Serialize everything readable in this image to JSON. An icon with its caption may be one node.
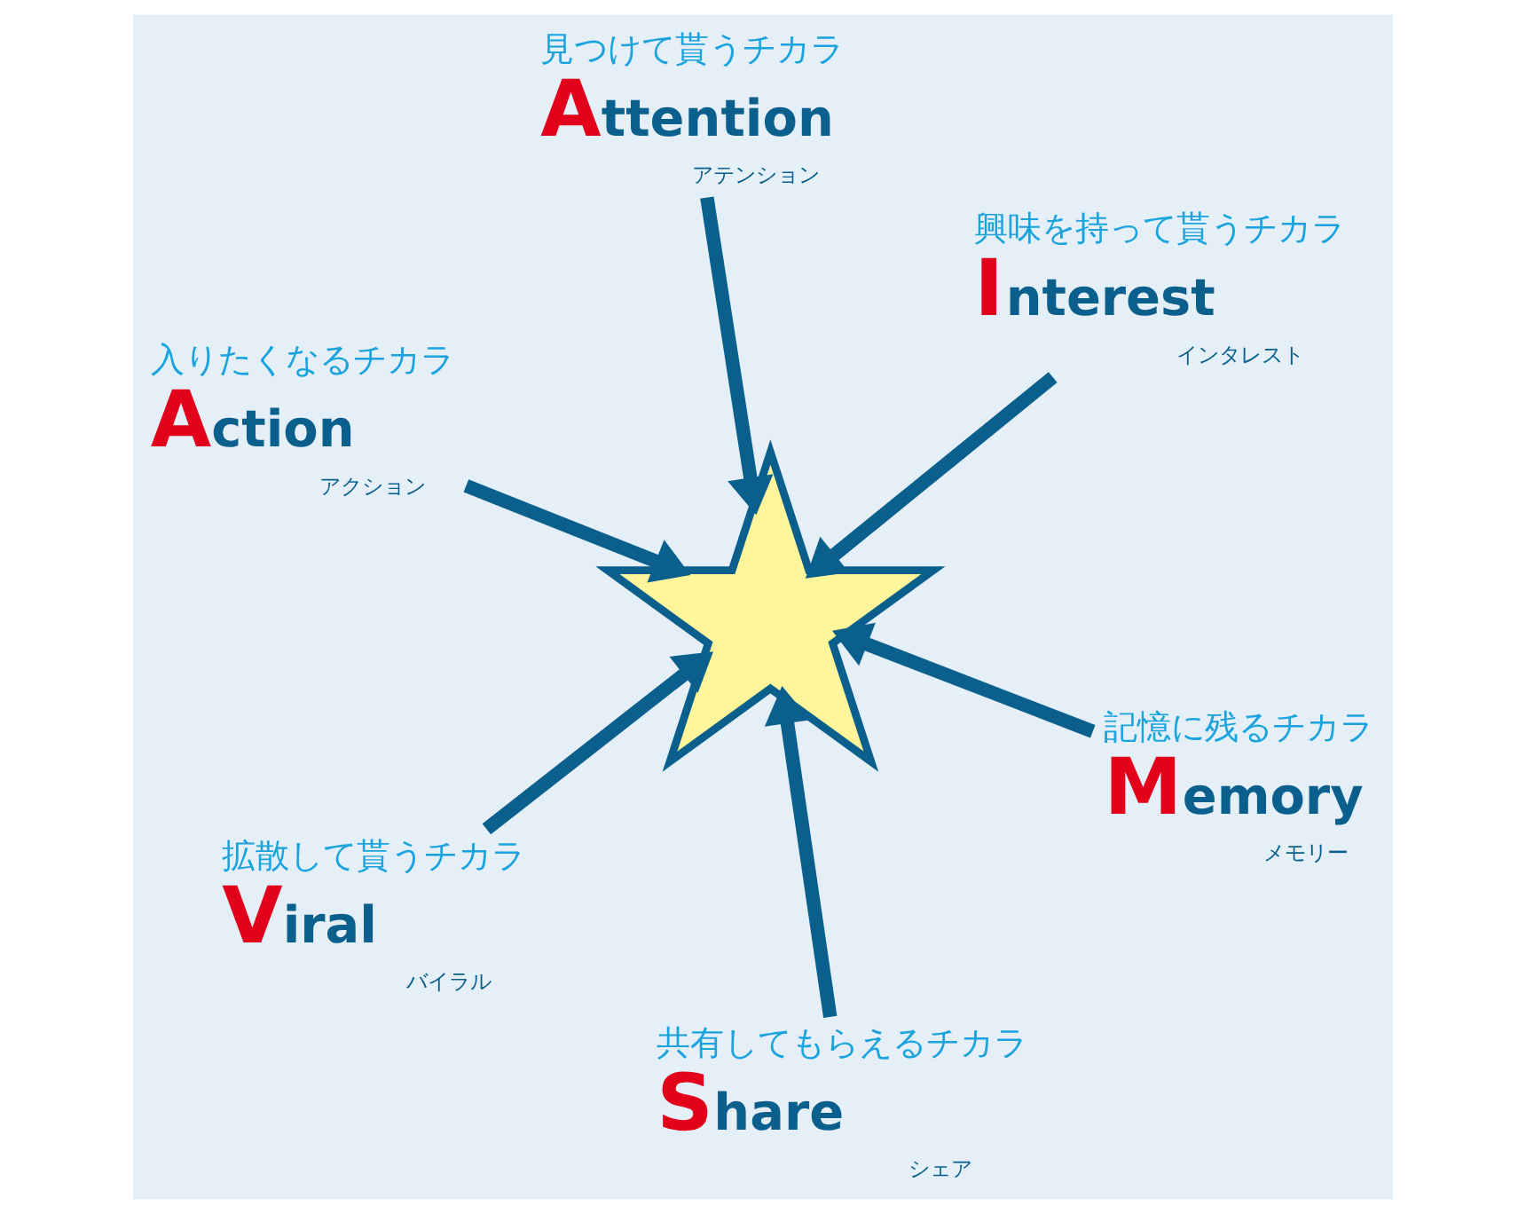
{
  "diagram": {
    "nodes": [
      {
        "text": [
          "見つけて貰うチカラ",
          "Attention",
          "アテンション"
        ]
      },
      {
        "text": [
          "興味を持って貰うチカラ",
          "Interest",
          "インタレスト"
        ]
      },
      {
        "text": [
          "入りたくなるチカラ",
          "Action",
          "アクション"
        ]
      },
      {
        "text": [
          "記憶に残るチカラ",
          "Memory",
          "メモリー"
        ]
      },
      {
        "text": [],
        "shape": "star"
      },
      {
        "text": [
          "拡散して貰うチカラ",
          "Viral",
          "バイラル"
        ]
      },
      {
        "text": [
          "共有してもらえるチカラ",
          "Share",
          "シェア"
        ]
      }
    ],
    "edges": [
      {
        "from": 0,
        "to": 4,
        "arrow": "to"
      },
      {
        "from": 1,
        "to": 4,
        "arrow": "to"
      },
      {
        "from": 2,
        "to": 4,
        "arrow": "to"
      },
      {
        "from": 3,
        "to": 4,
        "arrow": "to"
      },
      {
        "from": 5,
        "to": 4,
        "arrow": "to"
      },
      {
        "from": 6,
        "to": 4,
        "arrow": "to"
      }
    ]
  }
}
